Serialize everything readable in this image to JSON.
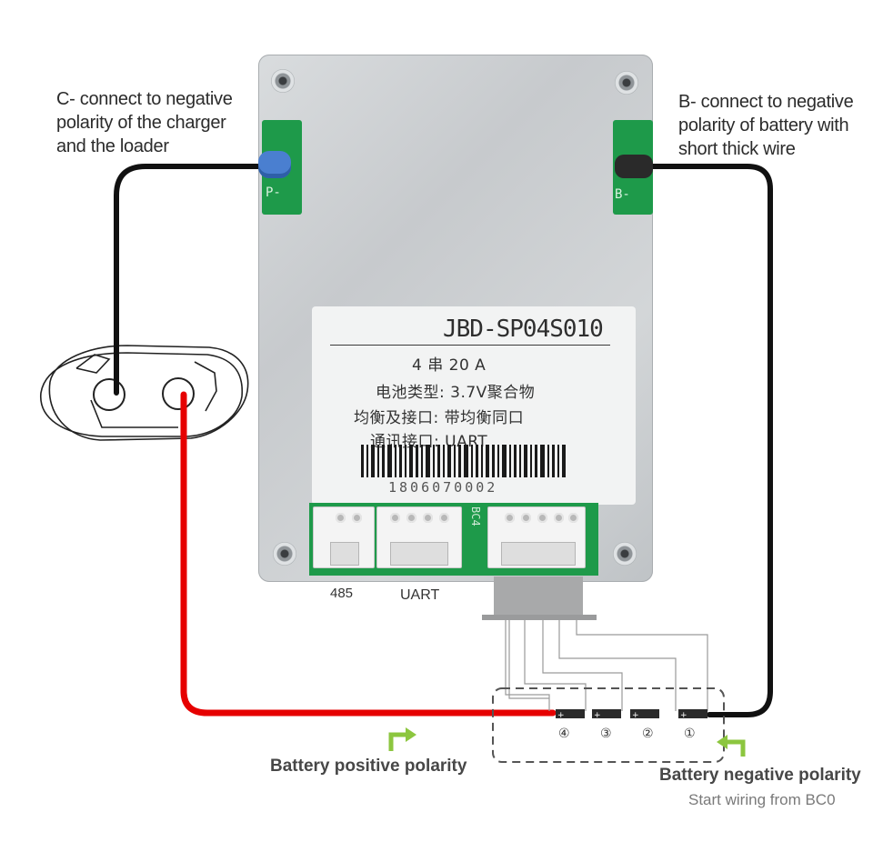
{
  "annotations": {
    "c_minus": [
      "C- connect to negative",
      "polarity of the charger",
      "and the loader"
    ],
    "b_minus": [
      "B- connect to negative",
      "polarity of battery with",
      "short thick wire"
    ]
  },
  "board": {
    "tab_left_label": "P-",
    "tab_right_label": "B-",
    "sticker": {
      "model": "JBD-SP04S010",
      "spec_line": "4 串 20  A",
      "battery_type": "电池类型:  3.7V聚合物",
      "balance_port": "均衡及接口:  带均衡同口",
      "comm_port": "通讯接口:  UART",
      "serial": "1806070002"
    },
    "connector_label": "BC4"
  },
  "ports": {
    "p485": "485",
    "uart": "UART"
  },
  "cells": [
    "④",
    "③",
    "②",
    "①"
  ],
  "captions": {
    "positive": "Battery positive polarity",
    "negative": "Battery negative polarity",
    "start": "Start wiring from BC0"
  },
  "colors": {
    "positive_wire": "#e60000",
    "negative_wire": "#111111",
    "arrow": "#8cc63f",
    "pcb": "#1e9a4a"
  }
}
